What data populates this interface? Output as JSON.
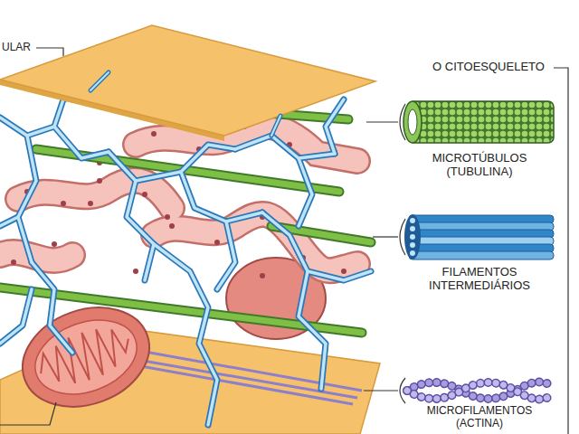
{
  "diagram": {
    "labels": [
      "ULAR",
      "O CITOESQUELETO",
      "MICROTÚBULOS (TUBULINA)",
      "FILAMENTOS INTERMEDIÁRIOS",
      "MICROFILAMENTOS (ACTINA)"
    ]
  }
}
